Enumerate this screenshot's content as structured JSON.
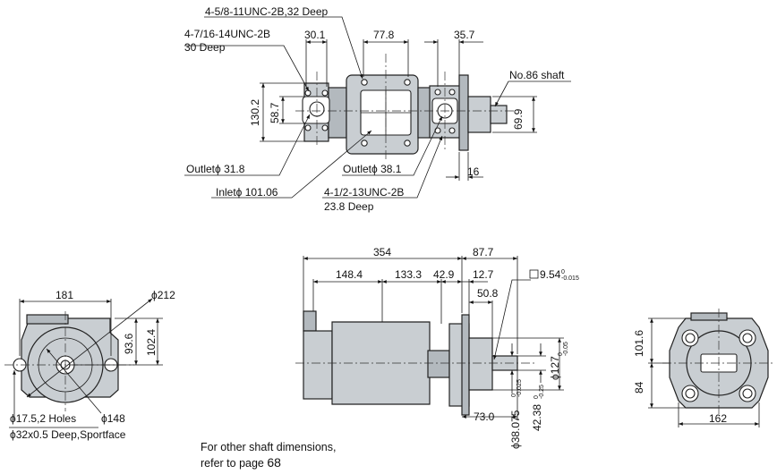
{
  "top_view": {
    "callout_thread_1": "4-5/8-11UNC-2B,32 Deep",
    "callout_thread_2_line1": "4-7/16-14UNC-2B",
    "callout_thread_2_line2": "30 Deep",
    "dim_30_1": "30.1",
    "dim_77_8": "77.8",
    "dim_35_7": "35.7",
    "shaft_label": "No.86 shaft",
    "dim_130_2": "130.2",
    "dim_58_7": "58.7",
    "dim_69_9": "69.9",
    "outlet_small": "Outletϕ 31.8",
    "outlet_large": "Outletϕ 38.1",
    "dim_16": "16",
    "inlet": "Inletϕ 101.06",
    "callout_thread_3_line1": "4-1/2-13UNC-2B",
    "callout_thread_3_line2": "23.8 Deep"
  },
  "left_view": {
    "dim_181": "181",
    "dim_phi212": "ϕ212",
    "dim_93_6": "93.6",
    "dim_102_4": "102.4",
    "holes": "ϕ17.5,2 Holes",
    "dim_phi148": "ϕ148",
    "spotface": "ϕ32x0.5 Deep,Sportface"
  },
  "side_view": {
    "dim_354": "354",
    "dim_87_7": "87.7",
    "dim_148_4": "148.4",
    "dim_133_3": "133.3",
    "dim_42_9": "42.9",
    "dim_12_7": "12.7",
    "key_main": "9.54",
    "key_tol_upper": "0",
    "key_tol_lower": "-0.015",
    "dim_50_8": "50.8",
    "dim_73_0": "73.0",
    "dia_127_main": "ϕ127",
    "dia_127_tol_upper": "0",
    "dia_127_tol_lower": "-0.05",
    "dia_38_main": "ϕ38.075",
    "dia_38_tol_upper": "0",
    "dia_38_tol_lower": "-0.025",
    "dim_42_38_main": "42.38",
    "dim_42_38_tol_upper": "0",
    "dim_42_38_tol_lower": "-0.25"
  },
  "right_view": {
    "dim_101_6": "101.6",
    "dim_84": "84",
    "dim_162": "162"
  },
  "note": {
    "line1": "For other shaft dimensions,",
    "line2_text": "refer to page",
    "line2_page": "68"
  }
}
